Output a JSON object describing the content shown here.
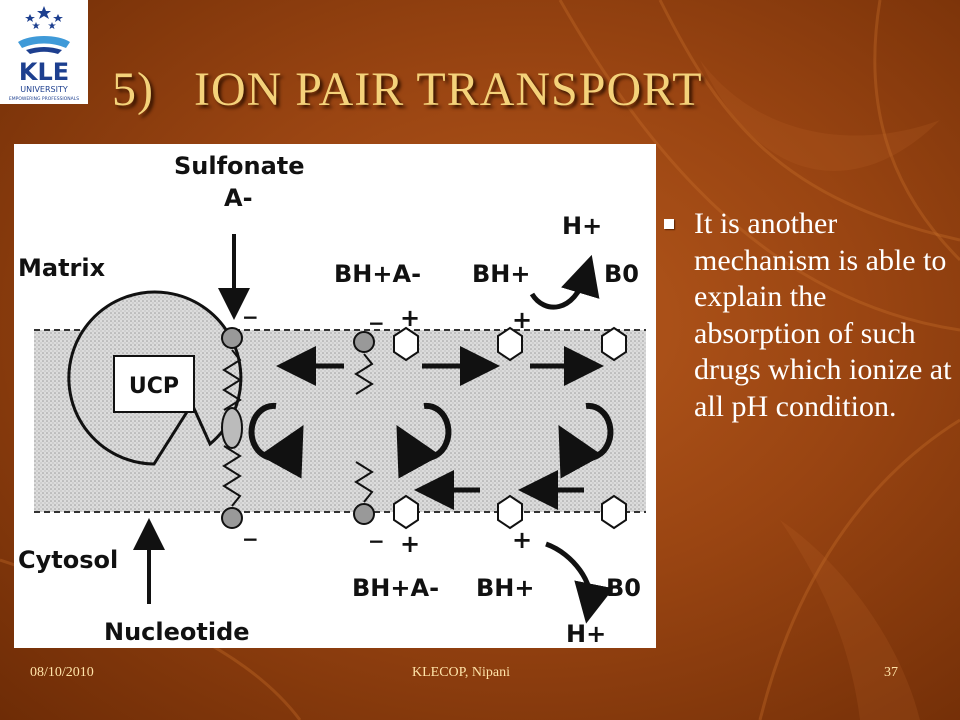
{
  "slide": {
    "title_number": "5)",
    "title_text": "ION PAIR TRANSPORT"
  },
  "logo": {
    "name": "KLE",
    "sub1": "UNIVERSITY",
    "sub2": "EMPOWERING PROFESSIONALS"
  },
  "diagram": {
    "sulfonate": "Sulfonate",
    "anion": "A-",
    "matrix": "Matrix",
    "ucp": "UCP",
    "cytosol": "Cytosol",
    "nucleotide": "Nucleotide",
    "ion_pair_top": "BH+A-",
    "bh_top": "BH+",
    "b0_top": "B0",
    "h_plus_top": "H+",
    "ion_pair_bottom": "BH+A-",
    "bh_bottom": "BH+",
    "b0_bottom": "B0",
    "h_plus_bottom": "H+"
  },
  "bullets": [
    "It is another mechanism is able to explain the absorption of such drugs which ionize at all pH condition."
  ],
  "footer": {
    "date": "08/10/2010",
    "center": "KLECOP, Nipani",
    "page": "37"
  },
  "colors": {
    "title": "#f4d27a",
    "background": "#9a4512",
    "text": "#ffffff"
  }
}
